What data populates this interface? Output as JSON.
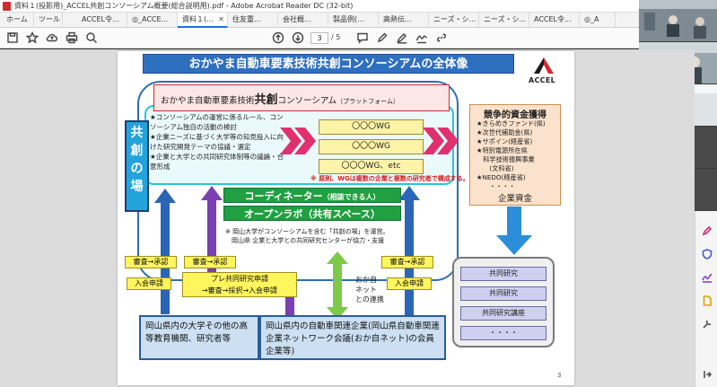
{
  "window": {
    "title": "資料１(投影用)_ACCEL共創コンソーシアム概要(総合説明用).pdf - Adobe Acrobat Reader DC (32-bit)"
  },
  "tabs": [
    {
      "label": "ホーム"
    },
    {
      "label": "ツール"
    },
    {
      "label": "ACCEL令..."
    },
    {
      "label": "◎_ACCE..."
    },
    {
      "label": "資料１(..."
    },
    {
      "label": "住友重..."
    },
    {
      "label": "会社概..."
    },
    {
      "label": "製品例(..."
    },
    {
      "label": "高熱伝..."
    },
    {
      "label": "ニーズ・シ..."
    },
    {
      "label": "ニーズ・シ..."
    },
    {
      "label": "ACCEL令..."
    },
    {
      "label": "◎_A"
    }
  ],
  "toolbar": {
    "page_current": "3",
    "page_total": "/ 5"
  },
  "slide": {
    "title": "おかやま自動車要素技術共創コンソーシアムの全体像",
    "logo_text": "ACCEL",
    "platform_prefix": "おかやま自動車要素技術",
    "platform_keyword": "共創",
    "platform_suffix": "コンソーシアム",
    "platform_sub": "（プラットフォーム）",
    "place_label": "共\n創\nの\n場",
    "bullets": [
      "★コンソーシアムの運営に係るルール、コンソーシアム独自の活動の検討",
      "★企業ニーズに基づく大学等の知見投入に向けた研究開発テーマの協議・選定",
      "★企業と大学との共同研究体制等の議論・合意形成"
    ],
    "wg": [
      "〇〇〇WG",
      "〇〇〇WG",
      "〇〇〇WG、etc"
    ],
    "wg_note": "※ 原則、WGは複数の企業と複数の研究者で構成する。",
    "coordinator": "コーディネーター",
    "coordinator_sub": "（相談できる人）",
    "openlab": "オープンラボ（共有スペース）",
    "operation_note": "※ 岡山大学がコンソーシアムを含む「共創の場」を運営。\n　岡山県 企業と大学との共同研究センターが協力・支援",
    "fund_title": "競争的資金獲得",
    "fund_items": [
      "★きらめきファンド(県)",
      "★次世代補助金(県)",
      "★サポイン(経産省)",
      "★特別電源所在県",
      "　科学技術振興事業",
      "　　(文科省)",
      "★NEDO(経産省)",
      "　　・・・・"
    ],
    "fund_footer": "企業資金",
    "research_items": [
      "共同研究",
      "共同研究",
      "共同研究講座",
      "・・・・"
    ],
    "review_approve": "審査→承認",
    "admission": "入会申請",
    "pre_research": "プレ共同研究申請\n→審査→採択→入会申請",
    "okanet": "おか自\nネット\nとの連携",
    "universities": "岡山県内の大学その他の高等教育機関、研究者等",
    "companies": "岡山県内の自動車関連企業(岡山県自動車関連企業ネットワーク会議(おか自ネット)の会員企業等)",
    "page_number": "3"
  },
  "colors": {
    "banner": "#2f6fbf",
    "place": "#23a3dc",
    "green": "#20a040",
    "arrow_magenta": "#e0316e",
    "fund_bg": "#fbe2cc"
  }
}
